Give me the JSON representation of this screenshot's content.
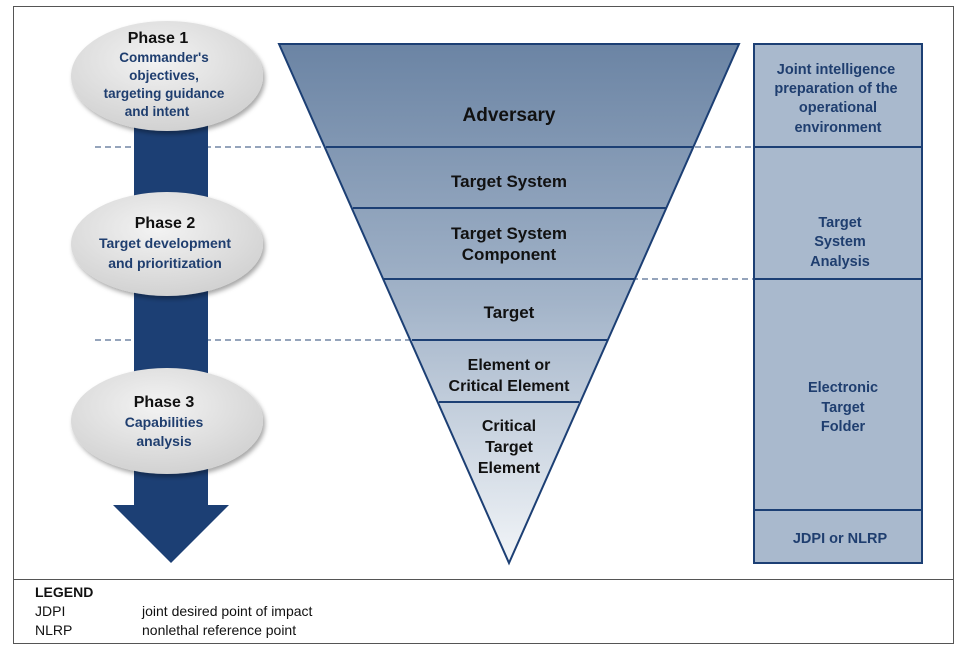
{
  "colors": {
    "dark_blue": "#1c3f74",
    "navy_text": "#1f3e6f",
    "funnel_top": "#6f87a6",
    "funnel_bottom": "#eef2f6",
    "side_box": "#a7b8cc",
    "ellipse": "#dcdcdc"
  },
  "phases": [
    {
      "title": "Phase 1",
      "lines": [
        "Commander's",
        "objectives,",
        "targeting guidance",
        "and intent"
      ]
    },
    {
      "title": "Phase 2",
      "lines": [
        "Target development",
        "and prioritization"
      ]
    },
    {
      "title": "Phase 3",
      "lines": [
        "Capabilities",
        "analysis"
      ]
    }
  ],
  "funnel_levels": [
    [
      "Adversary"
    ],
    [
      "Target System"
    ],
    [
      "Target System",
      "Component"
    ],
    [
      "Target"
    ],
    [
      "Element or",
      "Critical Element"
    ],
    [
      "Critical",
      "Target",
      "Element"
    ]
  ],
  "side_boxes": [
    [
      "Joint intelligence",
      "preparation of the",
      "operational",
      "environment"
    ],
    [
      "Target",
      "System",
      "Analysis"
    ],
    [
      "Electronic",
      "Target",
      "Folder"
    ],
    [
      "JDPI or NLRP"
    ]
  ],
  "legend": {
    "title": "LEGEND",
    "items": [
      {
        "abbr": "JDPI",
        "definition": "joint desired point of impact"
      },
      {
        "abbr": "NLRP",
        "definition": "nonlethal reference point"
      }
    ]
  }
}
